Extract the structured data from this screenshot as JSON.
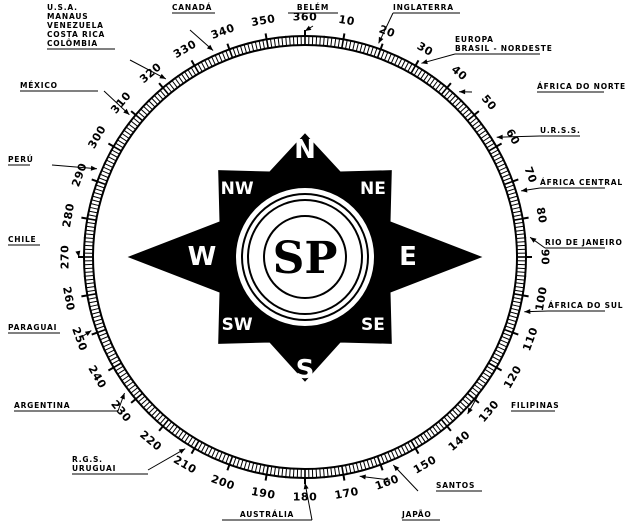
{
  "center_text": "SP",
  "cardinals": [
    {
      "key": "n",
      "text": "N"
    },
    {
      "key": "ne",
      "text": "NE"
    },
    {
      "key": "e",
      "text": "E"
    },
    {
      "key": "se",
      "text": "SE"
    },
    {
      "key": "s",
      "text": "S"
    },
    {
      "key": "sw",
      "text": "SW"
    },
    {
      "key": "w",
      "text": "W"
    },
    {
      "key": "nw",
      "text": "NW"
    }
  ],
  "degree_labels": [
    "360",
    "10",
    "20",
    "30",
    "40",
    "50",
    "60",
    "70",
    "80",
    "90",
    "100",
    "110",
    "120",
    "130",
    "140",
    "150",
    "160",
    "170",
    "180",
    "190",
    "200",
    "210",
    "220",
    "230",
    "240",
    "250",
    "260",
    "270",
    "280",
    "290",
    "300",
    "310",
    "320",
    "330",
    "340",
    "350"
  ],
  "destinations": [
    {
      "lines": [
        "BELÉM"
      ],
      "bearing": 0
    },
    {
      "lines": [
        "INGLATERRA"
      ],
      "bearing": 19
    },
    {
      "lines": [
        "EUROPA",
        "BRASIL - NORDESTE"
      ],
      "bearing": 31
    },
    {
      "lines": [
        "ÁFRICA DO NORTE"
      ],
      "bearing": 43
    },
    {
      "lines": [
        "U.R.S.S."
      ],
      "bearing": 58
    },
    {
      "lines": [
        "ÁFRICA CENTRAL"
      ],
      "bearing": 73
    },
    {
      "lines": [
        "RIO DE JANEIRO"
      ],
      "bearing": 85
    },
    {
      "lines": [
        "ÁFRICA DO SUL"
      ],
      "bearing": 104
    },
    {
      "lines": [
        "FILIPINAS"
      ],
      "bearing": 134
    },
    {
      "lines": [
        "SANTOS"
      ],
      "bearing": 157
    },
    {
      "lines": [
        "JAPÃO"
      ],
      "bearing": 166
    },
    {
      "lines": [
        "AUSTRÁLIA"
      ],
      "bearing": 180
    },
    {
      "lines": [
        "R.G.S.",
        "URUGUAI"
      ],
      "bearing": 212
    },
    {
      "lines": [
        "ARGENTINA"
      ],
      "bearing": 233
    },
    {
      "lines": [
        "PARAGUAI"
      ],
      "bearing": 251
    },
    {
      "lines": [
        "CHILE"
      ],
      "bearing": 270
    },
    {
      "lines": [
        "PERÚ"
      ],
      "bearing": 293
    },
    {
      "lines": [
        "MÉXICO"
      ],
      "bearing": 309
    },
    {
      "lines": [
        "U.S.A.",
        "MANAUS",
        "VENEZUELA",
        "COSTA RICA",
        "COLÔMBIA"
      ],
      "bearing": 322
    },
    {
      "lines": [
        "CANADÁ"
      ],
      "bearing": 336
    }
  ]
}
